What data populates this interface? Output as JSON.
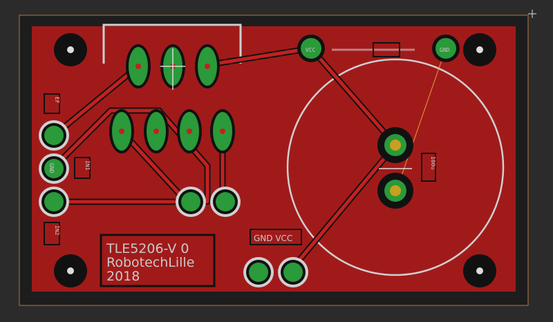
{
  "board": {
    "text_line_1": "TLE5206-V 0",
    "text_line_2": "RobotechLille",
    "text_line_3": "2018",
    "pwr_label": "GND VCC"
  },
  "pads": {
    "vcc": "VCC",
    "gnd": "GND",
    "in1": "IN1",
    "in2": "IN2",
    "ef": "EF",
    "gnd_side": "GND",
    "c_val": "100u"
  },
  "colors": {
    "background": "#2b2b2b",
    "outline": "#1a1a1a",
    "copper": "#a01818",
    "trace": "#c42020",
    "pad": "#2a9a3a",
    "silk": "#c8c8c8",
    "hole": "#0a0a0a"
  }
}
